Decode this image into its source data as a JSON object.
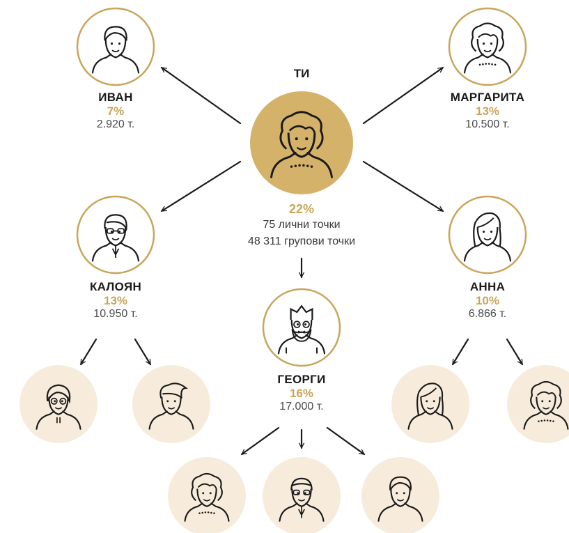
{
  "colors": {
    "gold": "#c8a55a",
    "gold_fill": "#d4b26a",
    "cream": "#f7ecdc",
    "ink": "#1a1a1a"
  },
  "you": {
    "name": "ТИ",
    "percent": "22%",
    "personal_points": "75 лични точки",
    "group_points": "48 311 групови точки",
    "icon": "curly-hair-woman-icon"
  },
  "members": [
    {
      "id": "ivan",
      "name": "ИВАН",
      "percent": "7%",
      "points": "2.920 т.",
      "icon": "man-icon"
    },
    {
      "id": "margarita",
      "name": "МАРГАРИТА",
      "percent": "13%",
      "points": "10.500 т.",
      "icon": "curly-hair-woman-icon"
    },
    {
      "id": "kaloyan",
      "name": "КАЛОЯН",
      "percent": "13%",
      "points": "10.950 т.",
      "icon": "man-with-glasses-icon"
    },
    {
      "id": "anna",
      "name": "АННА",
      "percent": "10%",
      "points": "6.866 т.",
      "icon": "long-hair-woman-icon"
    },
    {
      "id": "georgi",
      "name": "ГЕОРГИ",
      "percent": "16%",
      "points": "17.000 т.",
      "icon": "bearded-man-icon"
    }
  ],
  "sub_members": {
    "kaloyan": [
      "older-woman-with-glasses-icon",
      "quiff-man-icon"
    ],
    "anna": [
      "long-hair-woman-icon",
      "curly-hair-woman-icon"
    ],
    "georgi": [
      "curly-hair-woman-icon",
      "older-man-with-glasses-icon",
      "man-icon"
    ]
  }
}
